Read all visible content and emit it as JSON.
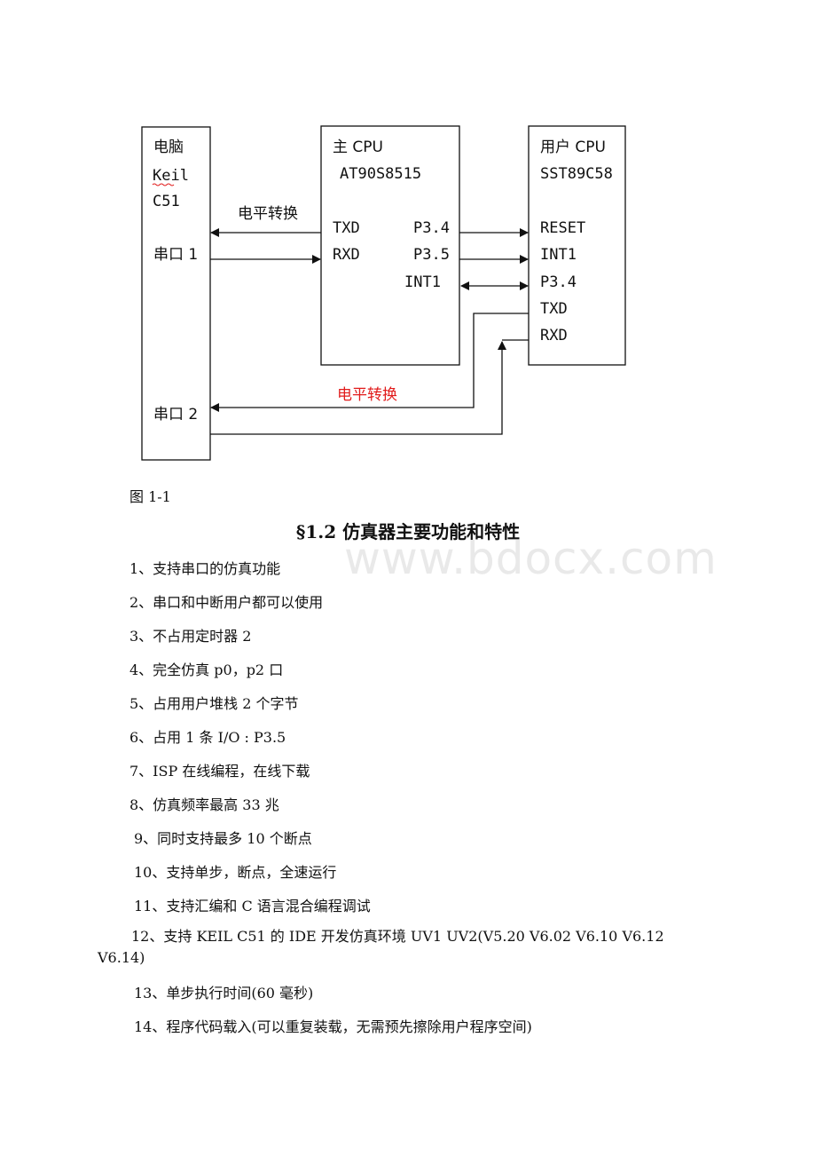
{
  "diagram": {
    "pc_box": {
      "title": "电脑",
      "line1": "Keil",
      "line2": "C51",
      "port1": "串口 1",
      "port2": "串口 2"
    },
    "main_cpu": {
      "title": "主 CPU",
      "model": "AT90S8515",
      "txd": "TXD",
      "rxd": "RXD",
      "p34": "P3.4",
      "p35": "P3.5",
      "int1": "INT1"
    },
    "user_cpu": {
      "title": "用户 CPU",
      "model": "SST89C58",
      "reset": "RESET",
      "int1": "INT1",
      "p34": "P3.4",
      "txd": "TXD",
      "rxd": "RXD"
    },
    "level_shift_top": "电平转换",
    "level_shift_bottom": "电平转换",
    "colors": {
      "red_label": "#e11b1b"
    }
  },
  "caption": "图 1-1",
  "heading": "§1.2 仿真器主要功能和特性",
  "watermark": "www.bdocx.com",
  "items": [
    "1、支持串口的仿真功能",
    "2、串口和中断用户都可以使用",
    "3、不占用定时器 2",
    "4、完全仿真 p0，p2 口",
    "5、占用用户堆栈 2 个字节",
    "6、占用 1 条 I/O : P3.5",
    "7、ISP 在线编程，在线下载",
    "8、仿真频率最高 33 兆",
    "9、同时支持最多 10 个断点",
    "10、支持单步，断点，全速运行",
    "11、支持汇编和 C 语言混合编程调试",
    "12、支持 KEIL C51 的 IDE 开发仿真环境 UV1 UV2(V5.20 V6.02 V6.10 V6.12 V6.14)",
    "13、单步执行时间(60 毫秒)",
    "14、程序代码载入(可以重复装载，无需预先擦除用户程序空间)"
  ]
}
